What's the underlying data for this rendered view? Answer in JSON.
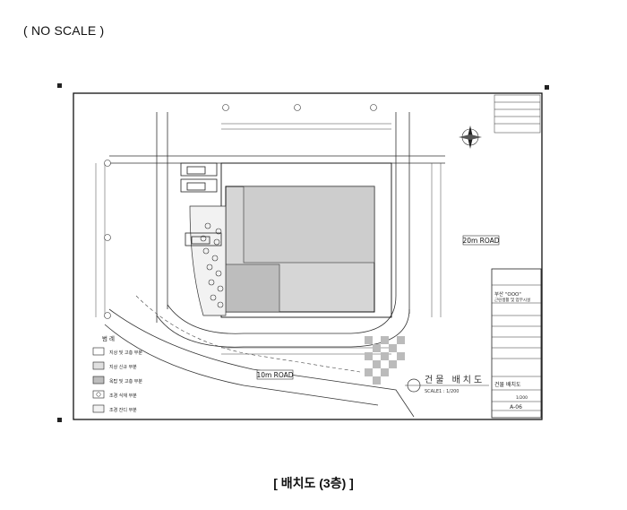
{
  "page": {
    "scale_note": "( NO SCALE )",
    "caption": "[ 배치도 (3층) ]"
  },
  "drawing": {
    "roads": {
      "road_20m": "20m ROAD",
      "road_10m": "10m ROAD"
    },
    "view_title": "건물 배치도",
    "view_scale": "SCALE1 : 1/200",
    "legend": {
      "title": "범 례",
      "items": [
        {
          "label": "지상 및 고층 부분"
        },
        {
          "label": "지상 신규 부분"
        },
        {
          "label": "옥탑 및 고층 부분"
        },
        {
          "label": "조경 식재 부분"
        },
        {
          "label": "조경 잔디 부분"
        }
      ]
    },
    "title_block": {
      "project_name": "부산 \"OOO\"",
      "project_sub": "근린생활 및 업무시설",
      "drawing_name": "건물 배치도",
      "drawing_no": "A-06",
      "scale": "1/200"
    }
  },
  "colors": {
    "line": "#1a1a1a",
    "building_fill": "#d6d6d6",
    "landscape_fill": "#f2f2f2"
  }
}
